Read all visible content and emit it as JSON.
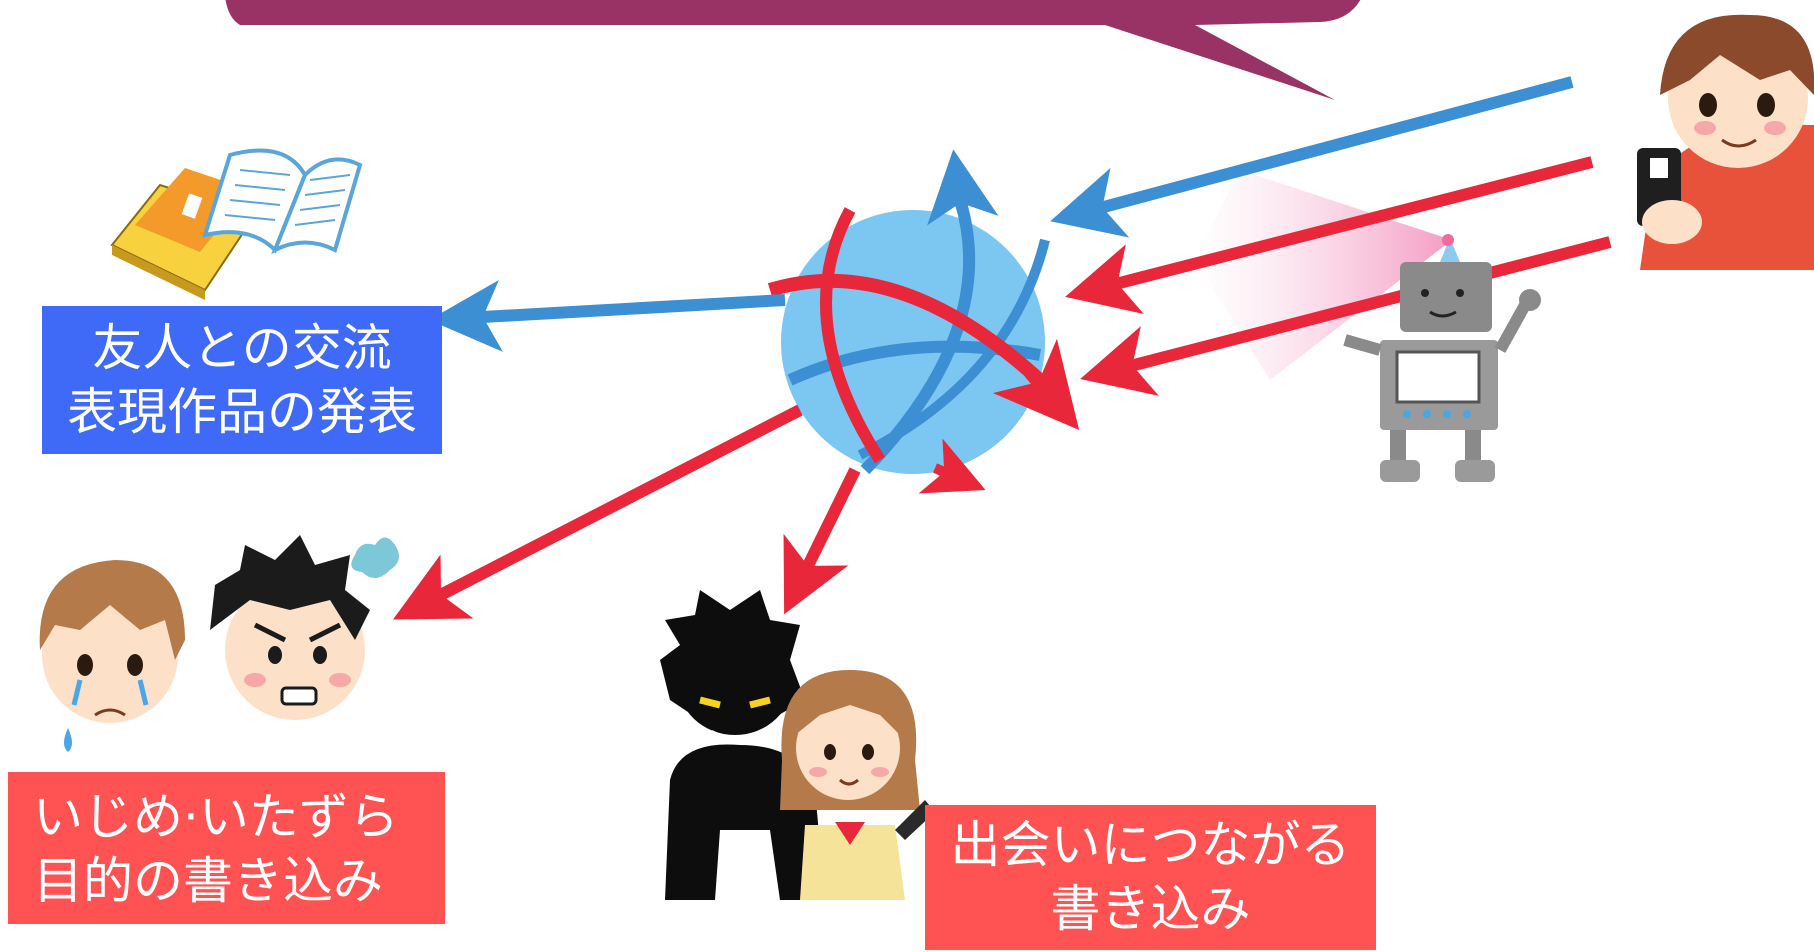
{
  "colors": {
    "speech_bubble": "#993366",
    "label_blue": "#3f6af7",
    "label_red": "#ff5252",
    "arrow_blue": "#3d8fd4",
    "arrow_red": "#e8283a",
    "globe": "#7cc7f2"
  },
  "labels": {
    "positive": {
      "lines": [
        "友人との交流",
        "表現作品の発表"
      ]
    },
    "bullying": {
      "lines": [
        "いじめ·いたずら",
        "目的の書き込み"
      ]
    },
    "meeting": {
      "lines": [
        "出会いにつながる",
        "書き込み"
      ]
    }
  },
  "illustrations": [
    "open-book-icon",
    "globe-icon",
    "robot-icon",
    "boy-with-phone-icon",
    "crying-boy-icon",
    "angry-boy-icon",
    "shadow-stranger-icon",
    "schoolgirl-icon"
  ]
}
